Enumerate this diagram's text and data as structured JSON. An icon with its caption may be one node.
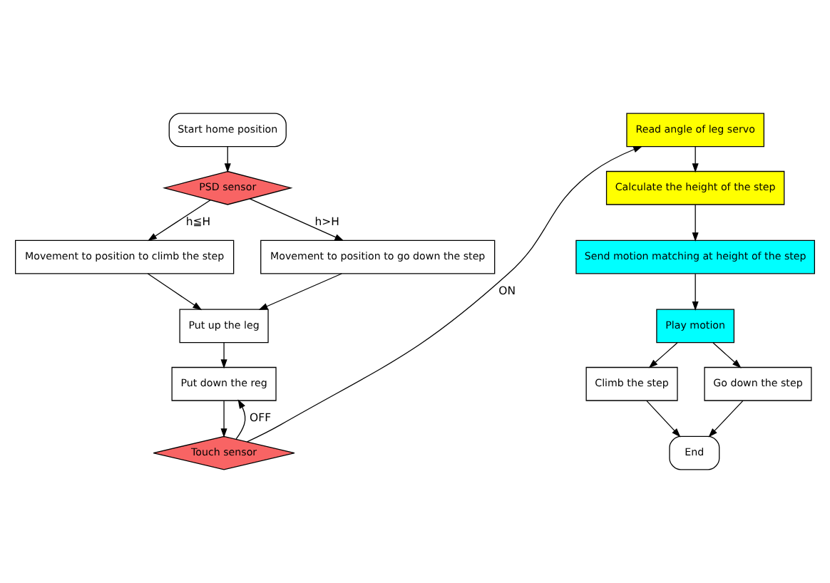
{
  "diagram": {
    "nodes": [
      {
        "text": [
          "Start home position"
        ]
      },
      {
        "text": [
          "PSD sensor"
        ]
      },
      {
        "text": [
          "Movement to position to climb the step"
        ]
      },
      {
        "text": [
          "Movement to position to go down the step"
        ]
      },
      {
        "text": [
          "Put up the leg"
        ]
      },
      {
        "text": [
          "Put down the reg"
        ]
      },
      {
        "text": [
          "Touch sensor"
        ]
      },
      {
        "text": [
          "Read angle of leg servo"
        ]
      },
      {
        "text": [
          "Calculate the height of the step"
        ]
      },
      {
        "text": [
          "Send motion matching at height of the step"
        ]
      },
      {
        "text": [
          "Play motion"
        ]
      },
      {
        "text": [
          "Climb the step"
        ]
      },
      {
        "text": [
          "Go down the step"
        ]
      },
      {
        "text": [
          "End"
        ]
      }
    ],
    "edges": [
      {
        "from": 0,
        "to": 1,
        "arrow": "to"
      },
      {
        "from": 1,
        "to": 2,
        "arrow": "to",
        "label": "h≦H"
      },
      {
        "from": 1,
        "to": 3,
        "arrow": "to",
        "label": "h>H"
      },
      {
        "from": 2,
        "to": 4,
        "arrow": "to"
      },
      {
        "from": 3,
        "to": 4,
        "arrow": "to"
      },
      {
        "from": 4,
        "to": 5,
        "arrow": "to"
      },
      {
        "from": 5,
        "to": 6,
        "arrow": "to"
      },
      {
        "from": 6,
        "to": 5,
        "arrow": "to",
        "label": "OFF"
      },
      {
        "from": 6,
        "to": 7,
        "arrow": "to",
        "label": "ON"
      },
      {
        "from": 7,
        "to": 8,
        "arrow": "to"
      },
      {
        "from": 8,
        "to": 9,
        "arrow": "to"
      },
      {
        "from": 9,
        "to": 10,
        "arrow": "to"
      },
      {
        "from": 10,
        "to": 11,
        "arrow": "to"
      },
      {
        "from": 10,
        "to": 12,
        "arrow": "to"
      },
      {
        "from": 11,
        "to": 13,
        "arrow": "to"
      },
      {
        "from": 12,
        "to": 13,
        "arrow": "to"
      }
    ]
  }
}
